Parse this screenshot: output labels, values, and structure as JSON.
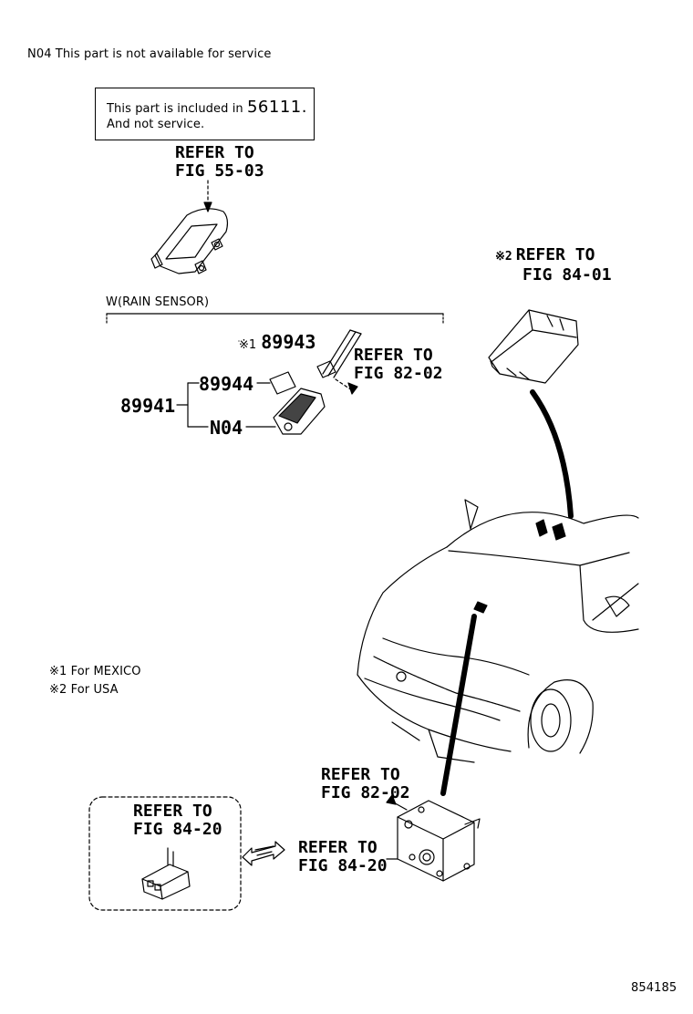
{
  "header_note": "N04 This part is not available for service",
  "info_box": {
    "line1_prefix": "This part is included in",
    "line1_partno": "56111",
    "line1_suffix": ".",
    "line2": "And not service."
  },
  "refer_top": {
    "line1": "REFER TO",
    "line2": "FIG 55-03"
  },
  "refer_usa": {
    "mark": "※2",
    "line1": "REFER TO",
    "line2": "FIG 84-01"
  },
  "rain_sensor_label": "W(RAIN SENSOR)",
  "parts": {
    "p89943": {
      "mark": "※1",
      "number": "89943"
    },
    "p89944": "89944",
    "p89941": "89941",
    "n04": "N04"
  },
  "refer_8202_upper": {
    "line1": "REFER TO",
    "line2": "FIG 82-02"
  },
  "legend": {
    "item1": "※1 For MEXICO",
    "item2": "※2 For USA"
  },
  "refer_8202_lower": {
    "line1": "REFER TO",
    "line2": "FIG 82-02"
  },
  "refer_8420_box": {
    "line1": "REFER TO",
    "line2": "FIG 84-20"
  },
  "refer_8420_mid": {
    "line1": "REFER TO",
    "line2": "FIG 84-20"
  },
  "diagram_id": "854185"
}
